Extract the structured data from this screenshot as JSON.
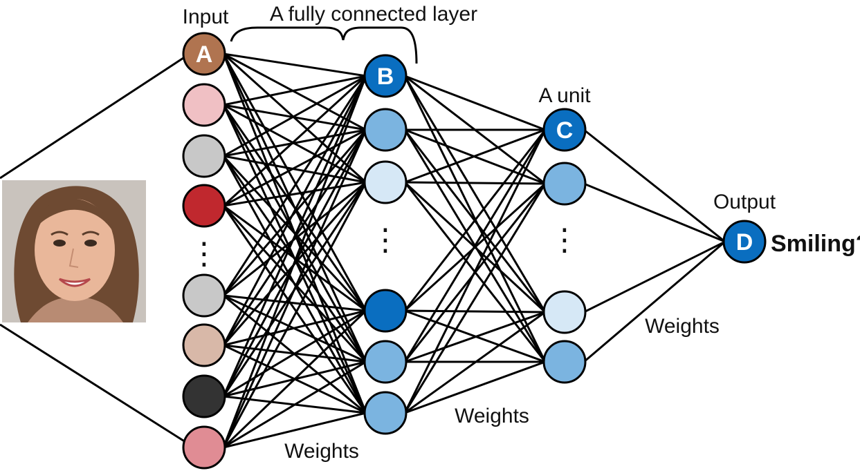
{
  "labels": {
    "input": "Input",
    "fully_connected": "A fully connected layer",
    "unit": "A unit",
    "output": "Output",
    "question": "Smiling?",
    "weights_1": "Weights",
    "weights_2": "Weights",
    "weights_3": "Weights"
  },
  "node_letters": {
    "a": "A",
    "b": "B",
    "c": "C",
    "d": "D"
  },
  "ellipsis": "⋮",
  "colors": {
    "line": "#000000",
    "dark_blue": "#0a6ec0",
    "mid_blue": "#7bb4e0",
    "light_blue": "#d6e8f6",
    "input_brown": "#b07450",
    "input_pink_light": "#f0c0c4",
    "input_gray": "#c8c8c8",
    "input_red": "#c0282e",
    "input_beige": "#d8b8a8",
    "input_black": "#333333",
    "input_pink": "#e08c94"
  },
  "photo": {
    "description_icon": "face-photo"
  }
}
